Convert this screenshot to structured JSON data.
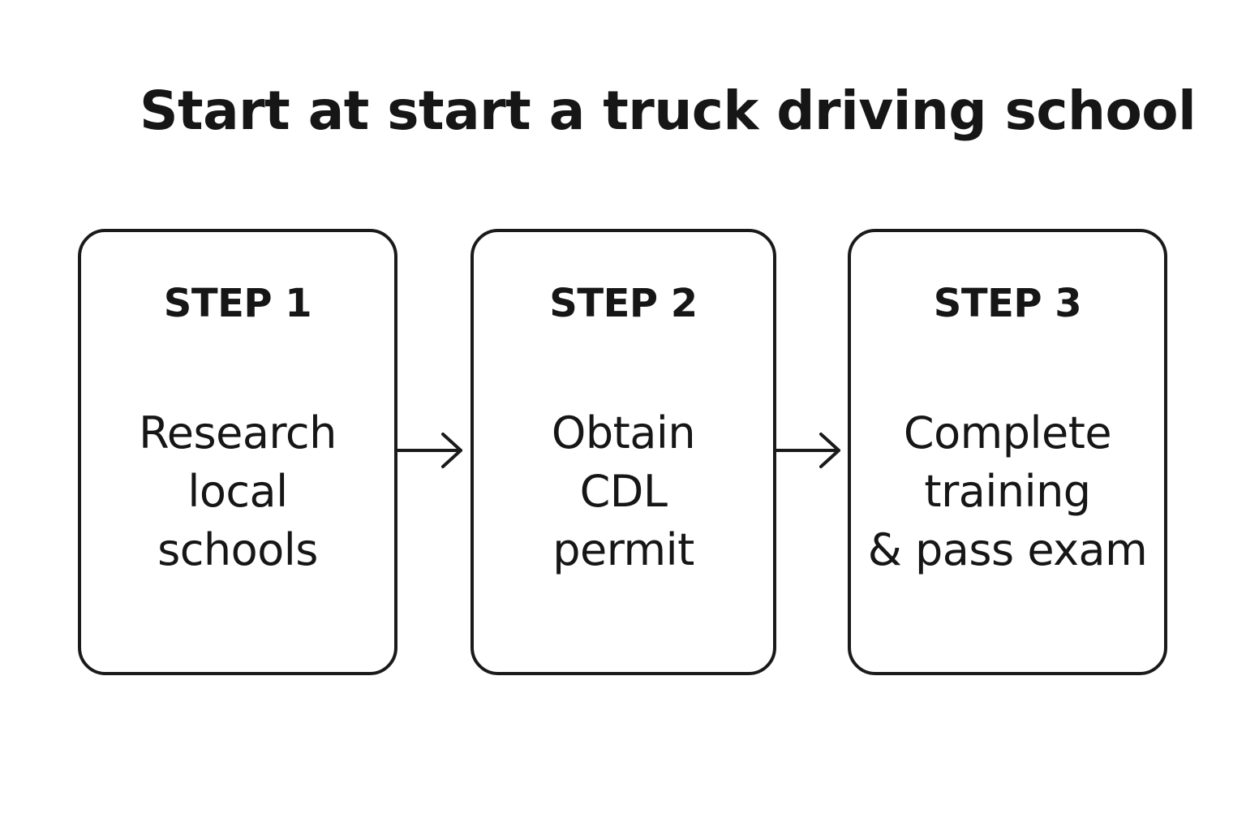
{
  "title": "Start at start a truck driving school",
  "steps": [
    {
      "label": "STEP 1",
      "lines": [
        "Research",
        "local",
        "schools"
      ]
    },
    {
      "label": "STEP 2",
      "lines": [
        "Obtain",
        "CDL",
        "permit"
      ]
    },
    {
      "label": "STEP 3",
      "lines": [
        "Complete",
        "training",
        "& pass exam"
      ]
    }
  ],
  "connector_icon": "arrow-right-icon",
  "colors": {
    "stroke": "#1a1a1a",
    "text": "#161616",
    "background": "#ffffff"
  }
}
